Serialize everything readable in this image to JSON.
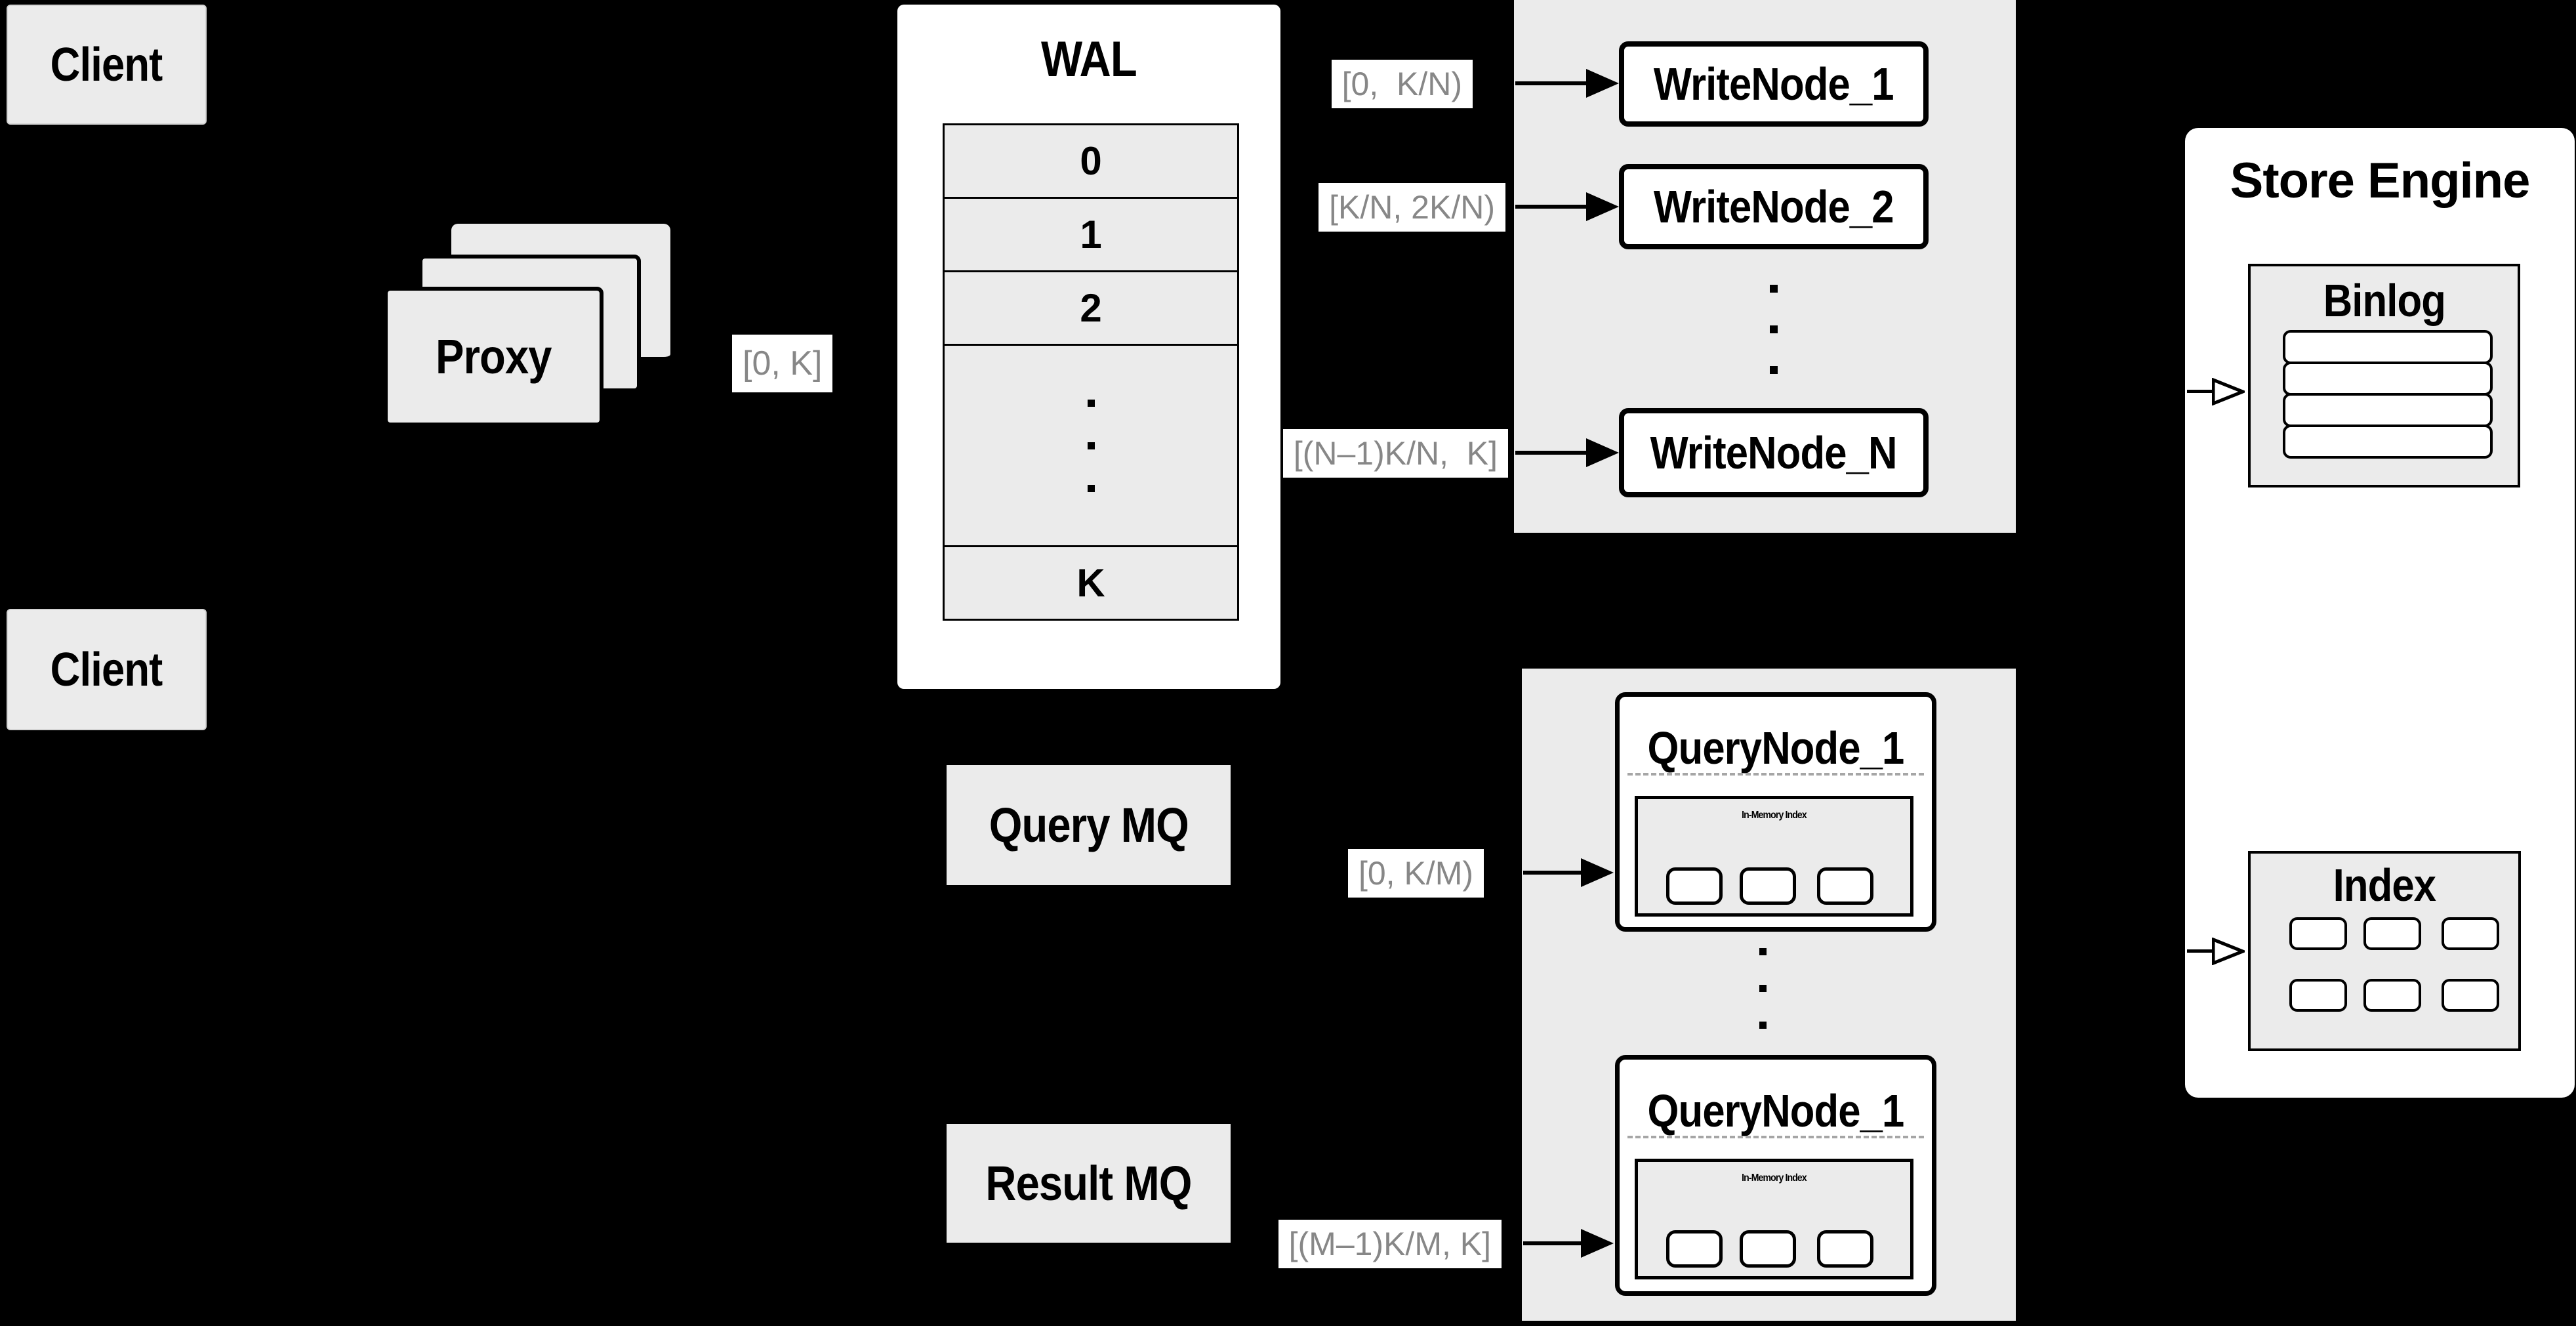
{
  "colors": {
    "background": "#000000",
    "panel_fill": "#ebebeb",
    "node_fill": "#ffffff",
    "line": "#000000",
    "range_label_text": "#878787",
    "dashed_divider": "#a6a6a6"
  },
  "clients": {
    "top_label": "Client",
    "bottom_label": "Client"
  },
  "proxy": {
    "label": "Proxy",
    "range_label": "[0, K]"
  },
  "wal": {
    "title": "WAL",
    "rows": [
      "0",
      "1",
      "2",
      "K"
    ],
    "ellipsis": "..."
  },
  "write_nodes": {
    "ranges": [
      "[0,  K/N)",
      "[K/N, 2K/N)",
      "[(N–1)K/N,  K]"
    ],
    "nodes": [
      "WriteNode_1",
      "WriteNode_2",
      "WriteNode_N"
    ],
    "ellipsis": "..."
  },
  "mq": {
    "query": "Query MQ",
    "result": "Result MQ"
  },
  "query_nodes": {
    "ranges": [
      "[0, K/M)",
      "[(M–1)K/M, K]"
    ],
    "nodes": [
      {
        "title": "QueryNode_1",
        "inner_title": "In-Memory Index"
      },
      {
        "title": "QueryNode_1",
        "inner_title": "In-Memory Index"
      }
    ],
    "ellipsis": "..."
  },
  "store_engine": {
    "title": "Store Engine",
    "binlog_title": "Binlog",
    "index_title": "Index"
  }
}
